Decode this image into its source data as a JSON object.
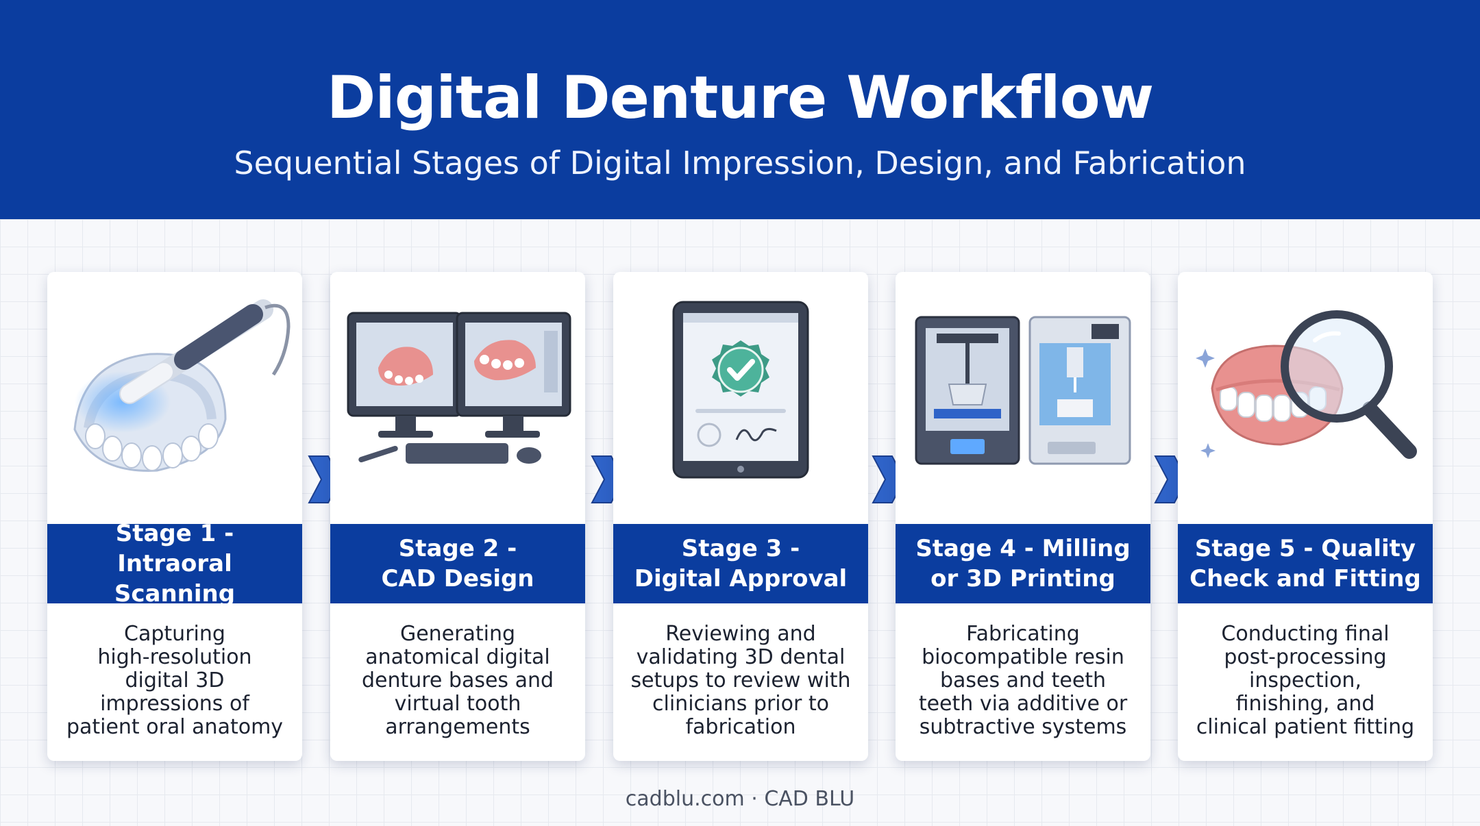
{
  "header": {
    "title": "Digital Denture Workflow",
    "subtitle": "Sequential Stages of Digital Impression, Design, and Fabrication"
  },
  "stages": [
    {
      "title": "Stage 1 -\nIntraoral Scanning",
      "description": "Capturing\nhigh-resolution\ndigital 3D\nimpressions of\npatient oral anatomy",
      "icon": "intraoral-scanner-icon"
    },
    {
      "title": "Stage 2 -\nCAD Design",
      "description": "Generating\nanatomical digital\ndenture bases and\nvirtual tooth\narrangements",
      "icon": "cad-monitors-icon"
    },
    {
      "title": "Stage 3 -\nDigital Approval",
      "description": "Reviewing and\nvalidating 3D dental\nsetups to review with\nclinicians prior to\nfabrication",
      "icon": "tablet-approval-icon"
    },
    {
      "title": "Stage 4 - Milling\nor 3D Printing",
      "description": "Fabricating\nbiocompatible resin\nbases and teeth\nteeth via additive or\nsubtractive systems",
      "icon": "printer-mill-icon"
    },
    {
      "title": "Stage 5 - Quality\nCheck and Fitting",
      "description": "Conducting final\npost-processing\ninspection,\nfinishing, and\nclinical patient fitting",
      "icon": "magnifier-denture-icon"
    }
  ],
  "footer": {
    "text": "cadblu.com · CAD BLU"
  },
  "colors": {
    "primary": "#0b3d9f",
    "arrow": "#2f63c8",
    "gum": "#e8918f",
    "background": "#f7f8fb"
  }
}
